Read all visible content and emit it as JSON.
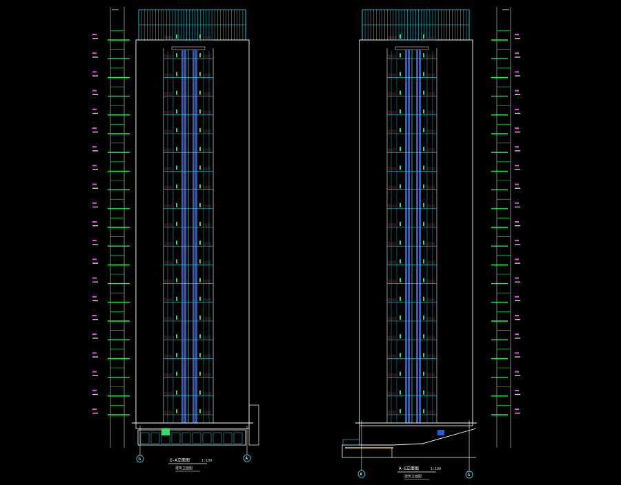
{
  "colors": {
    "background": "#000000",
    "outline": "#ffffff",
    "dimension": "#00ff3c",
    "glass": "#1e5fd8",
    "cyan": "#2fd6e8",
    "red": "#c84a4a",
    "magenta": "#ff3cff",
    "yellow": "#ffd23c"
  },
  "drawings": [
    {
      "id": "left-elevation",
      "title": "G-A立面图",
      "scale": "1:100",
      "subtitle": "建筑立面图",
      "grid_left": "G",
      "grid_right": "A",
      "floors": 20
    },
    {
      "id": "right-elevation",
      "title": "A-G立面图",
      "scale": "1:100",
      "subtitle": "建筑立面图",
      "grid_left": "A",
      "grid_right": "G",
      "floors": 20
    }
  ]
}
